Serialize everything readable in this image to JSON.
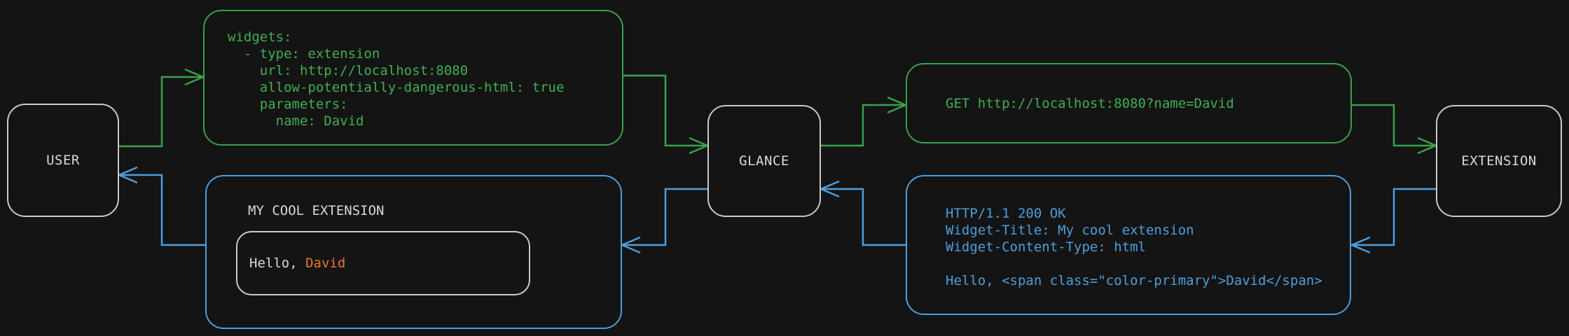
{
  "colors": {
    "background": "#141414",
    "request_green": "#3aa04c",
    "response_blue": "#4e9edb",
    "accent_orange": "#e8772e",
    "node_border": "#c9c9c9",
    "text_light": "#d8d8d8"
  },
  "nodes": {
    "user": {
      "label": "USER"
    },
    "glance": {
      "label": "GLANCE"
    },
    "extension": {
      "label": "EXTENSION"
    }
  },
  "config_box": {
    "lines": [
      "widgets:",
      "  - type: extension",
      "    url: http://localhost:8080",
      "    allow-potentially-dangerous-html: true",
      "    parameters:",
      "      name: David"
    ]
  },
  "request_box": {
    "text": "GET http://localhost:8080?name=David"
  },
  "response_box": {
    "lines": [
      "HTTP/1.1 200 OK",
      "Widget-Title: My cool extension",
      "Widget-Content-Type: html",
      "",
      "Hello, <span class=\"color-primary\">David</span>"
    ]
  },
  "widget_box": {
    "title": "MY COOL EXTENSION",
    "greeting_prefix": "Hello, ",
    "greeting_name": "David"
  }
}
